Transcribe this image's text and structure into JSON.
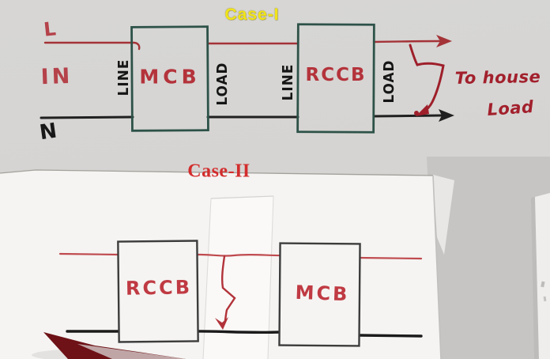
{
  "case1": {
    "title": "Case-I",
    "in_label": "IN",
    "live_label": "L",
    "neutral_label": "N",
    "mcb": {
      "name": "MCB",
      "line": "LINE",
      "load": "LOAD"
    },
    "rccb": {
      "name": "RCCB",
      "line": "LINE",
      "load": "LOAD"
    },
    "output": {
      "line1": "To house",
      "line2": "Load"
    }
  },
  "case2": {
    "title": "Case-II",
    "rccb": "RCCB",
    "mcb": "MCB"
  },
  "colors": {
    "whiteboard_bg": "#d6d5d3",
    "desk_bg": "#c7c5c3",
    "paper": "#f5f4f2",
    "strip_paper": "#faf9f7",
    "wall_band": "#efeeec",
    "marker_red": "#a93338",
    "marker_black": "#202020",
    "wire_red_case2": "#bf4a4e",
    "box_border_case1": "#2d5248",
    "box_border_case2": "#3c3c3c",
    "handwriting_red": "#a2202c",
    "title_case1_yellow": "#f0e41a",
    "title_case2_red": "#d32d2d",
    "pen_tip": "#6e1217"
  }
}
